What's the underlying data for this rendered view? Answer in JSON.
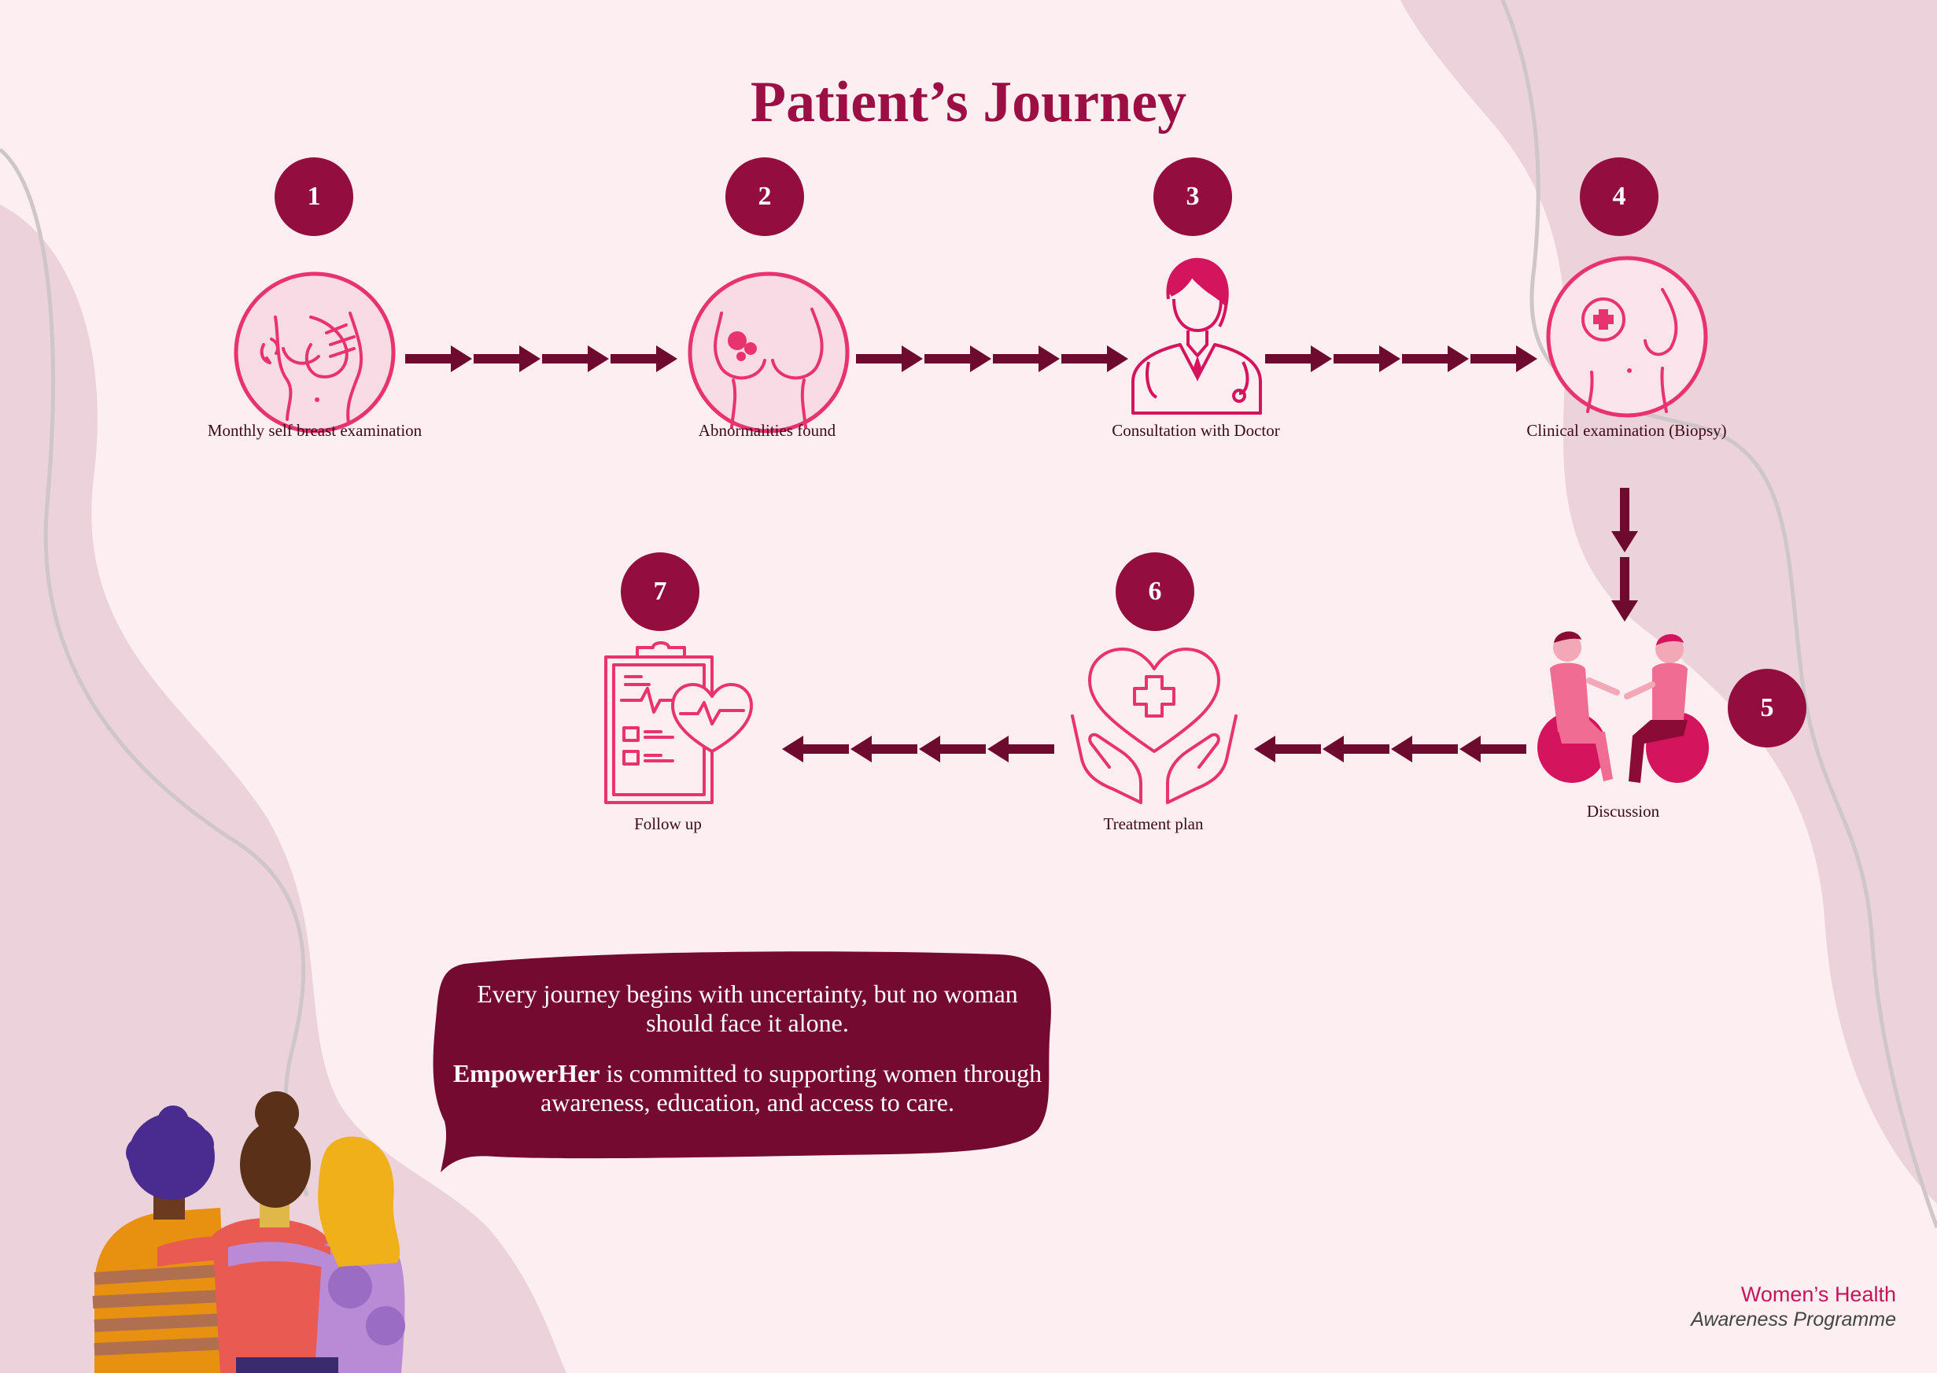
{
  "title": "Patient’s Journey",
  "steps": [
    {
      "number": "1",
      "label": "Monthly self breast examination",
      "icon": "self-exam-icon"
    },
    {
      "number": "2",
      "label": "Abnormalities found",
      "icon": "breast-lump-icon"
    },
    {
      "number": "3",
      "label": "Consultation with Doctor",
      "icon": "doctor-icon"
    },
    {
      "number": "4",
      "label": "Clinical examination (Biopsy)",
      "icon": "clinical-exam-icon"
    },
    {
      "number": "5",
      "label": "Discussion",
      "icon": "discussion-illustration"
    },
    {
      "number": "6",
      "label": "Treatment plan",
      "icon": "heart-hands-icon"
    },
    {
      "number": "7",
      "label": "Follow up",
      "icon": "clipboard-heart-icon"
    }
  ],
  "bubble": {
    "line1": "Every journey begins with uncertainty, but no woman should face it alone.",
    "brand": "EmpowerHer",
    "line2": " is committed to supporting women through awareness, education, and access to care."
  },
  "logo": {
    "line1": "Women’s Health",
    "line2": "Awareness Programme"
  },
  "colors": {
    "background": "#fdeef2",
    "maroon": "#930d3e",
    "pink": "#e8336e",
    "arrow": "#6e0a2e",
    "title": "#9c0f45"
  }
}
